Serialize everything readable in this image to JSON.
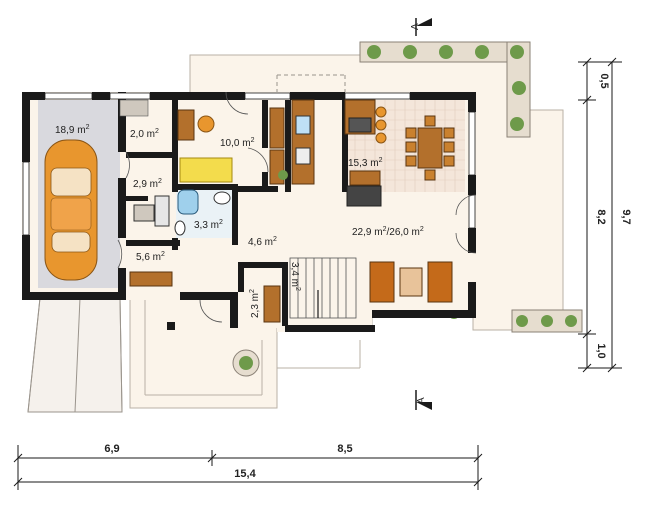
{
  "rooms": {
    "garage": "18,9 m",
    "storage": "2,0 m",
    "boiler": "2,9 m",
    "bathroom": "3,3 m",
    "vestibule": "5,6 m",
    "hall": "4,6 m",
    "study": "10,0 m",
    "kitchen": "15,3 m",
    "living": "22,9 m",
    "living_alt": "/26,0 m",
    "pantry": "2,3 m",
    "stairs": "3,4 m"
  },
  "sup": "2",
  "section_marker": "A",
  "dimensions": {
    "bottom_left": "6,9",
    "bottom_right": "8,5",
    "bottom_total": "15,4",
    "right_top": "0,5",
    "right_mid": "8,2",
    "right_bottom": "1,0",
    "right_total": "9,7"
  },
  "colors": {
    "wall": "#1a1a1a",
    "floor": "#fbf4ea",
    "garage_floor": "#d9d9de",
    "tile": "#f4e6da",
    "furniture": "#b3702c",
    "car": "#e8962e",
    "plant": "#6e9a4a"
  }
}
